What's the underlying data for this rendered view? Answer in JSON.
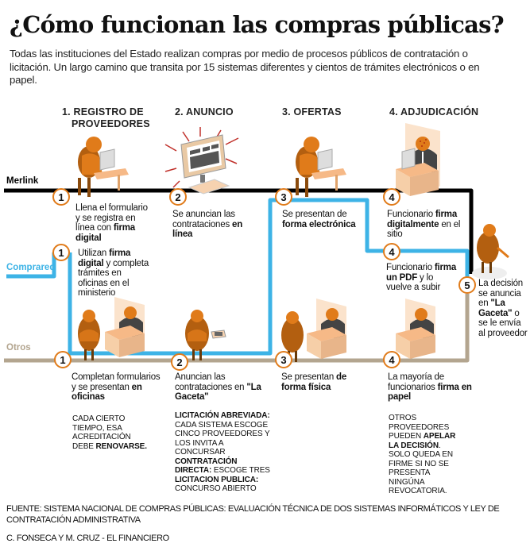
{
  "title": "¿Cómo funcionan las compras públicas?",
  "intro": "Todas las instituciones del Estado realizan compras por medio de procesos públicos de contratación o licitación. Un largo camino que transita por 15 sistemas diferentes y cientos de trámites electrónicos o en papel.",
  "colors": {
    "merlink": "#000000",
    "comprared": "#3db3e6",
    "otros": "#b3a58f",
    "marker": "#e07b1a",
    "figure": "#e07b1a"
  },
  "stages": [
    {
      "label_line1": "1. REGISTRO DE",
      "label_line2": "PROVEEDORES"
    },
    {
      "label_line1": "2. ANUNCIO"
    },
    {
      "label_line1": "3. OFERTAS"
    },
    {
      "label_line1": "4. ADJUDICACIÓN"
    }
  ],
  "lines": {
    "merlink": "Merlink",
    "comprared": "Comprared",
    "otros": "Otros"
  },
  "merlink_steps": [
    {
      "num": "1",
      "pre": "Llena el formulario y se registra en línea con ",
      "bold": "firma digital",
      "post": ""
    },
    {
      "num": "2",
      "pre": "Se anuncian las contrataciones ",
      "bold": "en línea",
      "post": ""
    },
    {
      "num": "3",
      "pre": "Se presentan de ",
      "bold": "forma electrónica",
      "post": ""
    },
    {
      "num": "4",
      "pre": "Funcionario ",
      "bold": "firma digitalmente",
      "post": " en el sitio"
    }
  ],
  "comprared_steps": [
    {
      "num": "1",
      "pre": "Utilizan ",
      "bold": "firma digital",
      "post": " y completa trámites en oficinas en el ministerio"
    },
    {
      "num": "4",
      "pre": "Funcionario ",
      "bold": "firma un PDF",
      "post": " y lo vuelve a subir"
    }
  ],
  "final_step": {
    "num": "5",
    "pre": "La decisión se anuncia en ",
    "bold": "\"La Gaceta\"",
    "post": " o se le envía al proveedor"
  },
  "otros_steps": [
    {
      "num": "1",
      "pre": "Completan formularios y se presentan ",
      "bold": "en oficinas",
      "post": ""
    },
    {
      "num": "2",
      "pre": "Anuncian las contrataciones en ",
      "bold": "\"La Gaceta\"",
      "post": ""
    },
    {
      "num": "3",
      "pre": "Se presentan ",
      "bold": "de forma física",
      "post": ""
    },
    {
      "num": "4",
      "pre": "La mayoría de funcionarios ",
      "bold": "firma en papel",
      "post": ""
    }
  ],
  "notes": {
    "registro": {
      "pre": "Cada cierto tiempo, esa acreditación debe ",
      "bold": "renovarse.",
      "post": ""
    },
    "anuncio": [
      {
        "bold": "Licitación abreviada:",
        "text": " Cada sistema escoge cinco proveedores y los invita a concursar"
      },
      {
        "bold": "Contratación directa:",
        "text": " Escoge tres"
      },
      {
        "bold": "Licitacion publica:",
        "text": " Concurso abierto"
      }
    ],
    "adjudicacion": {
      "pre": "Otros proveedores pueden ",
      "bold": "apelar la decisión",
      "post": ". Solo queda en firme si no se presenta ningúna revocatoria."
    }
  },
  "source": "FUENTE: SISTEMA NACIONAL DE COMPRAS PÚBLICAS: EVALUACIÓN TÉCNICA DE DOS SISTEMAS INFORMÁTICOS Y LEY DE CONTRATACIÓN ADMINISTRATIVA",
  "credit": "C. FONSECA Y M. CRUZ - EL FINANCIERO",
  "icons": {
    "registro": "person-at-computer-icon",
    "anuncio": "computer-monitor-icon",
    "ofertas": "person-at-computer-icon",
    "adjudicacion": "official-at-desk-icon",
    "final": "person-walking-icon"
  }
}
